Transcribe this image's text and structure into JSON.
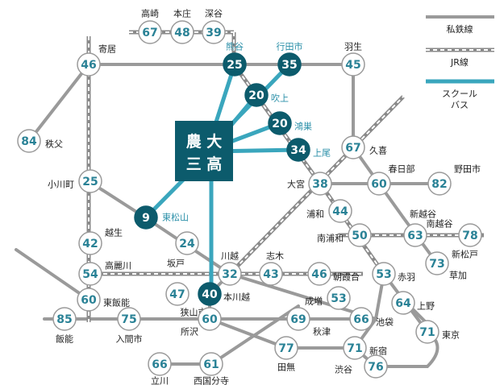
{
  "colors": {
    "private_line": "#9a9a9a",
    "jr_line": "#8a8a8a",
    "bus": "#3aa6bd",
    "node_text": "#2a8296",
    "node_filled": "#0c5b6c",
    "school_box": "#0c5b6c"
  },
  "legend": {
    "private": "私鉄線",
    "jr": "JR線",
    "bus_line1": "スクール",
    "bus_line2": "バス"
  },
  "school": {
    "line1": "農 大",
    "line2": "三 高"
  },
  "stations": {
    "takasaki": {
      "num": "67",
      "name": "高崎"
    },
    "honjo": {
      "num": "48",
      "name": "本庄"
    },
    "fukaya": {
      "num": "39",
      "name": "深谷"
    },
    "yorii": {
      "num": "46",
      "name": "寄居"
    },
    "kumagaya": {
      "num": "25",
      "name": "熊谷"
    },
    "gyoda": {
      "num": "35",
      "name": "行田市"
    },
    "hanyu": {
      "num": "45",
      "name": "羽生"
    },
    "fukiage": {
      "num": "20",
      "name": "吹上"
    },
    "konosu": {
      "num": "20",
      "name": "鴻巣"
    },
    "ageo": {
      "num": "34",
      "name": "上尾"
    },
    "chichibu": {
      "num": "84",
      "name": "秩父"
    },
    "kuki": {
      "num": "67",
      "name": "久喜"
    },
    "ogawamachi": {
      "num": "25",
      "name": "小川町"
    },
    "omiya": {
      "num": "38",
      "name": "大宮"
    },
    "kasukabe": {
      "num": "60",
      "name": "春日部"
    },
    "nodashi": {
      "num": "82",
      "name": "野田市"
    },
    "higashimatsuyama": {
      "num": "9",
      "name": "東松山"
    },
    "urawa": {
      "num": "44",
      "name": "浦和"
    },
    "shinkoshigaya": {
      "num": "63",
      "name": "新越谷"
    },
    "minamikoshigaya": {
      "num": "",
      "name": "南越谷"
    },
    "shinmatsudo": {
      "num": "78",
      "name": "新松戸"
    },
    "ogose": {
      "num": "42",
      "name": "越生"
    },
    "sakado": {
      "num": "24",
      "name": "坂戸"
    },
    "minamiurawa": {
      "num": "50",
      "name": "南浦和"
    },
    "soka": {
      "num": "73",
      "name": "草加"
    },
    "komagawa": {
      "num": "54",
      "name": "高麗川"
    },
    "kawagoe": {
      "num": "32",
      "name": "川越"
    },
    "shiki": {
      "num": "43",
      "name": "志木"
    },
    "asakadai": {
      "num": "46",
      "name": "朝霞台"
    },
    "akabane": {
      "num": "53",
      "name": "赤羽"
    },
    "honkawagoe": {
      "num": "40",
      "name": "本川越"
    },
    "higashihanno": {
      "num": "60",
      "name": "東飯能"
    },
    "sayamashi": {
      "num": "47",
      "name": "狭山市"
    },
    "narimasu": {
      "num": "53",
      "name": "成増"
    },
    "ueno": {
      "num": "64",
      "name": "上野"
    },
    "hanno": {
      "num": "85",
      "name": "飯能"
    },
    "irumashi": {
      "num": "75",
      "name": "入間市"
    },
    "tokorozawa": {
      "num": "60",
      "name": "所沢"
    },
    "akitsu": {
      "num": "69",
      "name": "秋津"
    },
    "ikebukuro": {
      "num": "66",
      "name": "池袋"
    },
    "tokyo": {
      "num": "71",
      "name": "東京"
    },
    "tanashi": {
      "num": "77",
      "name": "田無"
    },
    "shinjuku": {
      "num": "71",
      "name": "新宿"
    },
    "tachikawa": {
      "num": "66",
      "name": "立川"
    },
    "nishikokubunji": {
      "num": "61",
      "name": "西国分寺"
    },
    "shibuya": {
      "num": "76",
      "name": "渋谷"
    }
  }
}
